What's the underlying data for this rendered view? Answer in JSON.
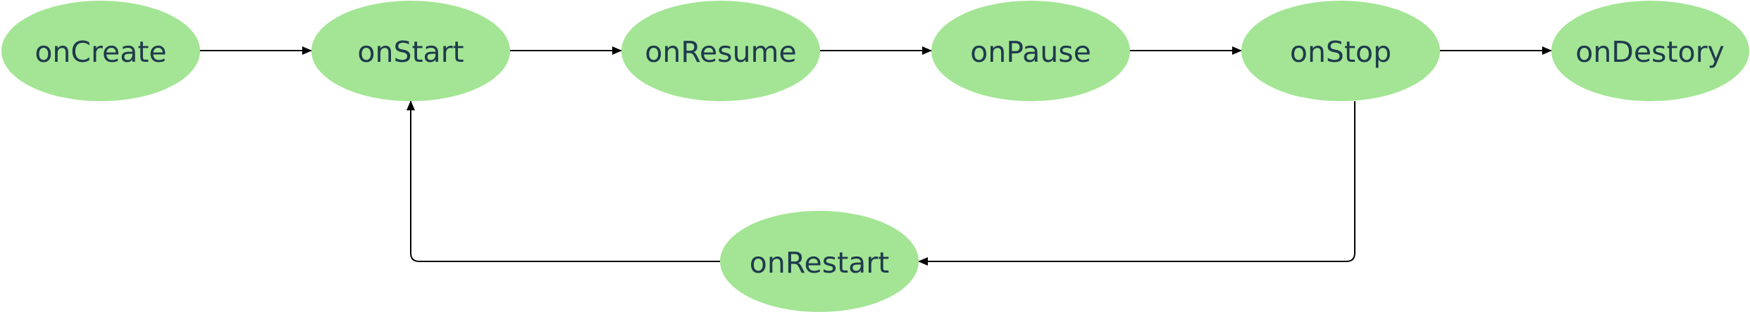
{
  "diagram": {
    "type": "flowchart",
    "colors": {
      "node_fill": "#a3e594",
      "node_text": "#1f3a4d",
      "edge": "#000000",
      "background": "#ffffff"
    },
    "nodes": {
      "on_create": "onCreate",
      "on_start": "onStart",
      "on_resume": "onResume",
      "on_pause": "onPause",
      "on_stop": "onStop",
      "on_destroy": "onDestory",
      "on_restart": "onRestart"
    },
    "edges": [
      {
        "from": "onCreate",
        "to": "onStart"
      },
      {
        "from": "onStart",
        "to": "onResume"
      },
      {
        "from": "onResume",
        "to": "onPause"
      },
      {
        "from": "onPause",
        "to": "onStop"
      },
      {
        "from": "onStop",
        "to": "onDestory"
      },
      {
        "from": "onStop",
        "to": "onRestart"
      },
      {
        "from": "onRestart",
        "to": "onStart"
      }
    ]
  }
}
